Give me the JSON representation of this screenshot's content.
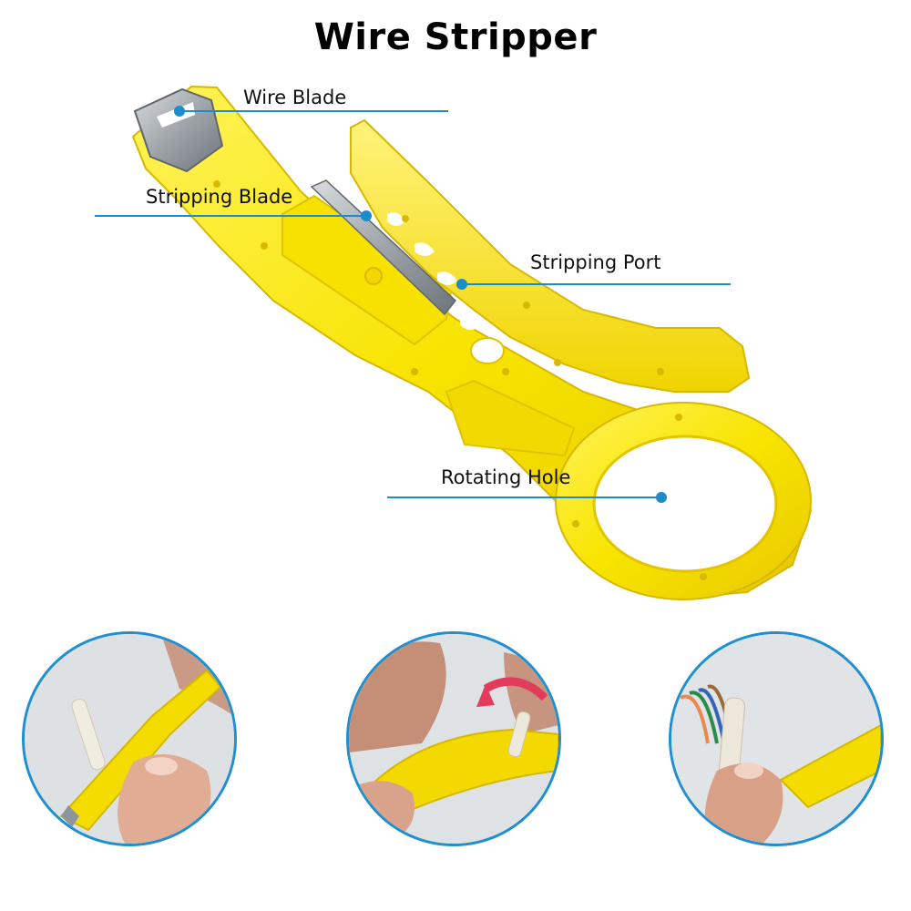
{
  "title": "Wire Stripper",
  "labels": {
    "wire_blade": "Wire Blade",
    "stripping_blade": "Stripping Blade",
    "stripping_port": "Stripping Port",
    "rotating_hole": "Rotating Hole"
  },
  "colors": {
    "tool_yellow": "#f8e600",
    "callout_blue": "#1c8ccb",
    "blade_gray": "#a9aeb3"
  },
  "usage_photos": [
    "strip-wire-photo",
    "rotate-tool-photo",
    "cut-cable-photo"
  ]
}
